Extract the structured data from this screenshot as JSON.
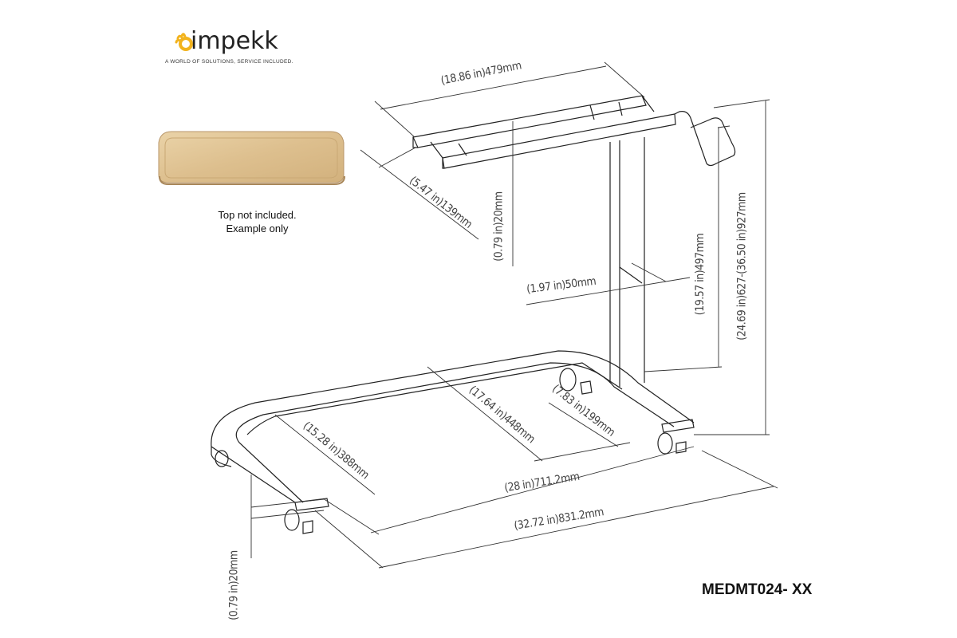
{
  "brand": {
    "name": "impekk",
    "tagline": "A WORLD OF SOLUTIONS, SERVICE INCLUDED.",
    "accent_color": "#F2B31E"
  },
  "example_top": {
    "note_line1": "Top not included.",
    "note_line2": "Example only"
  },
  "dimensions": {
    "top_frame_length": "(18.86 in)479mm",
    "top_frame_width": "(5.47 in)139mm",
    "top_frame_height": "(0.79 in)20mm",
    "column_width": "(1.97 in)50mm",
    "column_height": "(19.57 in)497mm",
    "total_height_range": "(24.69 in)627-(36.50 in)927mm",
    "base_inner_depth": "(17.64 in)448mm",
    "foot_offset": "(7.83 in)199mm",
    "base_front_depth": "(15.28 in)388mm",
    "base_inner_width": "(28 in)711.2mm",
    "base_outer_width": "(32.72 in)831.2mm",
    "base_tube_height": "(0.79 in)20mm"
  },
  "model_number": "MEDMT024- XX"
}
